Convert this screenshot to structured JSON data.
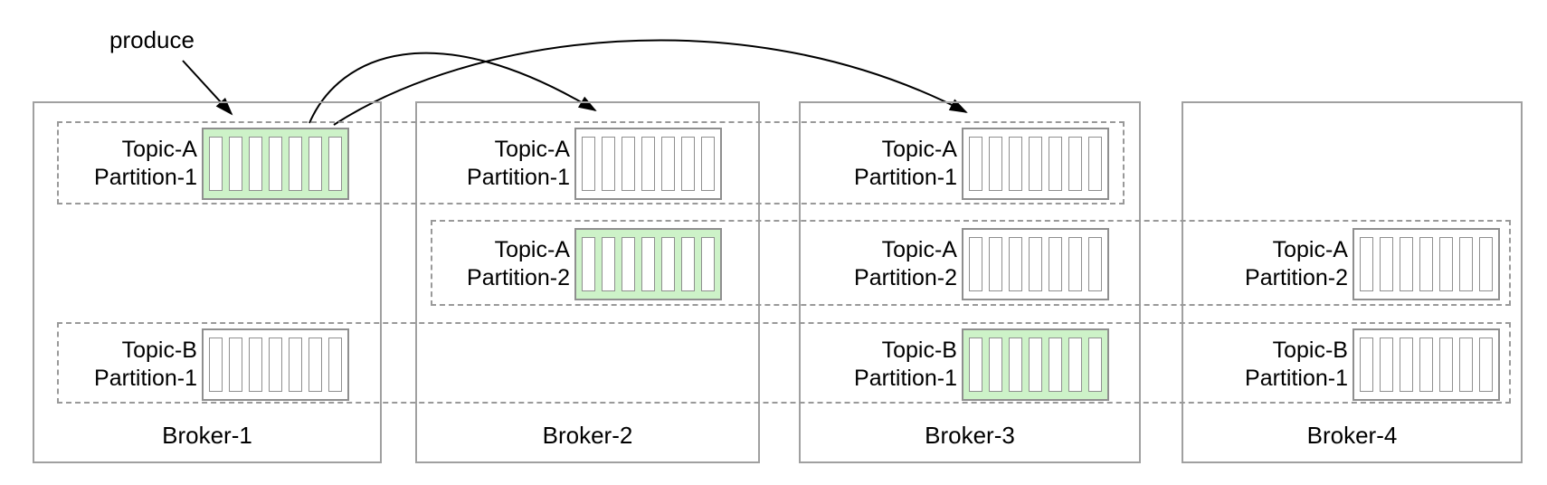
{
  "produce_label": "produce",
  "colors": {
    "leader_fill": "#cdf2c8",
    "box_border": "#8f8f8f",
    "dashed_border": "#999999",
    "broker_border": "#a0a0a0",
    "text": "#000000",
    "arrow": "#000000"
  },
  "brokers": [
    {
      "label": "Broker-1"
    },
    {
      "label": "Broker-2"
    },
    {
      "label": "Broker-3"
    },
    {
      "label": "Broker-4"
    }
  ],
  "partition_rows": [
    {
      "topic": "Topic-A",
      "partition": "Partition-1",
      "replicas": [
        {
          "broker": "Broker-1",
          "role": "leader"
        },
        {
          "broker": "Broker-2",
          "role": "follower"
        },
        {
          "broker": "Broker-3",
          "role": "follower"
        }
      ]
    },
    {
      "topic": "Topic-A",
      "partition": "Partition-2",
      "replicas": [
        {
          "broker": "Broker-2",
          "role": "leader"
        },
        {
          "broker": "Broker-3",
          "role": "follower"
        },
        {
          "broker": "Broker-4",
          "role": "follower"
        }
      ]
    },
    {
      "topic": "Topic-B",
      "partition": "Partition-1",
      "replicas": [
        {
          "broker": "Broker-1",
          "role": "follower"
        },
        {
          "broker": "Broker-3",
          "role": "leader"
        },
        {
          "broker": "Broker-4",
          "role": "follower"
        }
      ]
    }
  ],
  "segments_per_partition": 7,
  "arrows": {
    "produce": {
      "from": "produce-label",
      "to": "Broker-1 Topic-A Partition-1 (leader)"
    },
    "replication": [
      {
        "from": "Broker-1 Topic-A Partition-1",
        "to": "Broker-2 Topic-A Partition-1"
      },
      {
        "from": "Broker-1 Topic-A Partition-1",
        "to": "Broker-3 Topic-A Partition-1"
      }
    ]
  }
}
